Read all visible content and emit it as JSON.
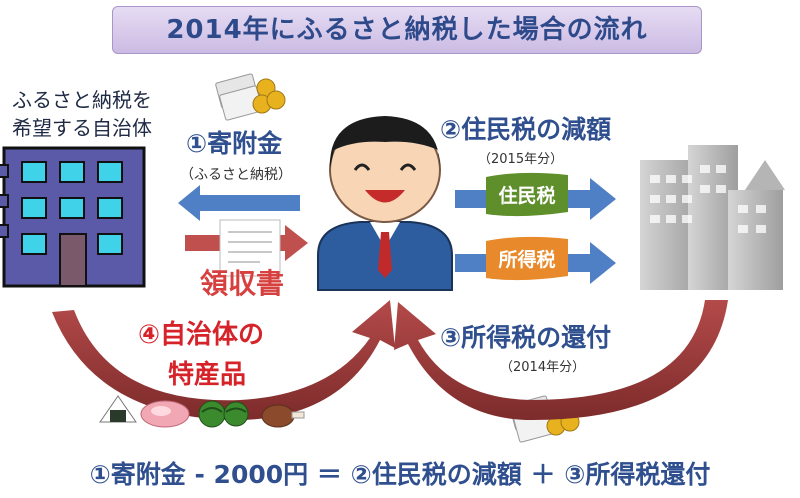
{
  "title": "2014年にふるさと納税した場合の流れ",
  "municipality_label_line1": "ふるさと納税を",
  "municipality_label_line2": "希望する自治体",
  "step1_label": "①寄附金",
  "step1_note": "（ふるさと納税）",
  "receipt_label": "領収書",
  "step2_label": "②住民税の減額",
  "step2_note": "（2015年分）",
  "resident_tax_tag": "住民税",
  "income_tax_tag": "所得税",
  "step3_label": "③所得税の還付",
  "step3_note": "（2014年分）",
  "step4_label_line1": "④自治体の",
  "step4_label_line2": "特産品",
  "formula": {
    "part1": "①寄附金 - 2000円",
    "eq": "＝",
    "part2": "②住民税の減額",
    "plus": "＋",
    "part3": "③所得税還付"
  },
  "colors": {
    "title_text": "#2e4a8a",
    "blue_label": "#2f4f8f",
    "red_label": "#d6232a",
    "blue_arrow": "#4f7fc4",
    "red_arrow": "#c0504d",
    "curve_arrow": "#9b3a3a",
    "building_purple": "#5a5aa8",
    "resident_tag_green": "#5f8f2a",
    "income_tag_orange": "#e8892b"
  }
}
